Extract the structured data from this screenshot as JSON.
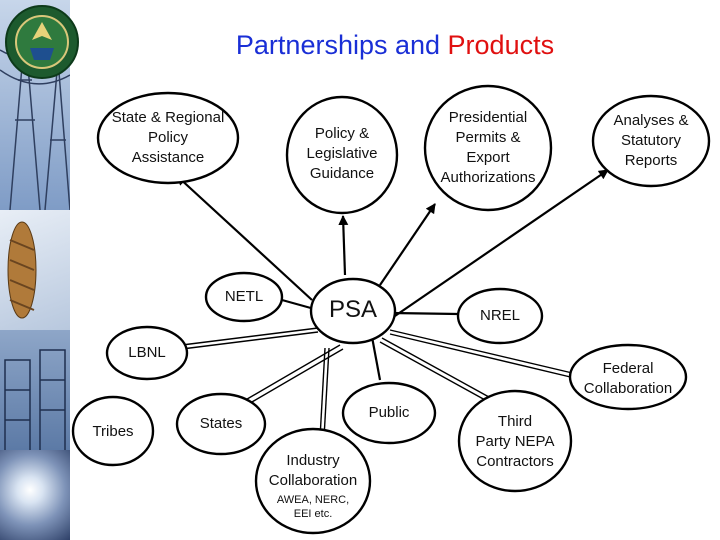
{
  "title": {
    "part1": "Partnerships and ",
    "part2": "Products"
  },
  "colors": {
    "title": "#1a2fd6",
    "accent": "#e01010",
    "lines": "#000000"
  },
  "logo": {
    "name": "doe-seal-logo"
  },
  "nodes": {
    "state_regional": "State & Regional\nPolicy\nAssistance",
    "policy_legislative": "Policy &\nLegislative\nGuidance",
    "presidential_permits": "Presidential\nPermits &\nExport\nAuthorizations",
    "analyses_reports": "Analyses &\nStatutory\nReports",
    "netl": "NETL",
    "psa": "PSA",
    "nrel": "NREL",
    "lbnl": "LBNL",
    "federal": "Federal\nCollaboration",
    "tribes": "Tribes",
    "states": "States",
    "public": "Public",
    "industry": "Industry\nCollaboration",
    "industry_sub": "AWEA, NERC,\nEEI etc.",
    "third_party": "Third\nParty NEPA\nContractors"
  }
}
